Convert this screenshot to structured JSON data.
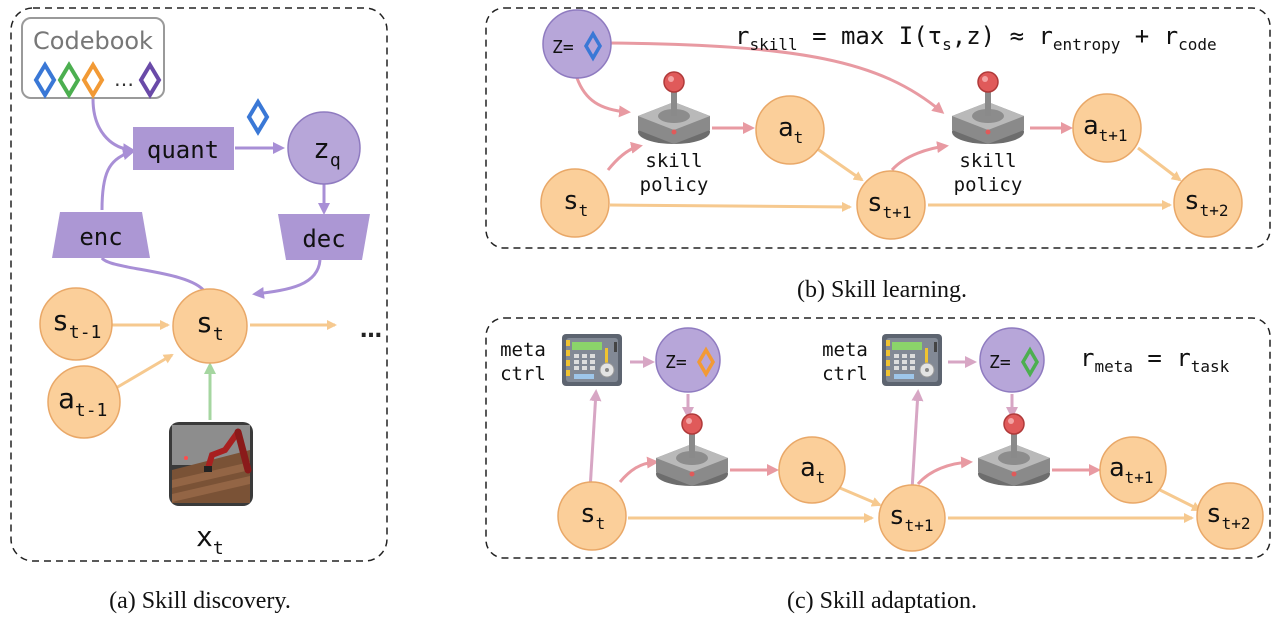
{
  "panel_a": {
    "caption": "(a) Skill discovery.",
    "codebook_label": "Codebook",
    "codebook_ellipsis": "…",
    "quant": "quant",
    "enc": "enc",
    "dec": "dec",
    "zq_base": "z",
    "zq_sub": "q",
    "st_base": "s",
    "st_sub": "t",
    "stm1_base": "s",
    "stm1_sub": "t-1",
    "atm1_base": "a",
    "atm1_sub": "t-1",
    "xt_base": "x",
    "xt_sub": "t",
    "next_ellipsis": "…"
  },
  "panel_b": {
    "caption": "(b) Skill learning.",
    "z_label": "Z=",
    "formula": {
      "r": "r",
      "r_sub": "skill",
      "mid": " = max I(τ",
      "tau_sub": "s",
      "mid2": ",z) ≈ r",
      "entropy_sub": "entropy",
      "plus": " + r",
      "code_sub": "code"
    },
    "policy_line1": "skill",
    "policy_line2": "policy",
    "st_base": "s",
    "st_sub": "t",
    "at_base": "a",
    "at_sub": "t",
    "st1_base": "s",
    "st1_sub": "t+1",
    "at1_base": "a",
    "at1_sub": "t+1",
    "st2_base": "s",
    "st2_sub": "t+2"
  },
  "panel_c": {
    "caption": "(c) Skill adaptation.",
    "meta_line1": "meta",
    "meta_line2": "ctrl",
    "z_label": "Z=",
    "formula": {
      "r": "r",
      "r_sub": "meta",
      "eq": " = r",
      "task_sub": "task"
    },
    "st_base": "s",
    "st_sub": "t",
    "at_base": "a",
    "at_sub": "t",
    "st1_base": "s",
    "st1_sub": "t+1",
    "at1_base": "a",
    "at1_sub": "t+1",
    "st2_base": "s",
    "st2_sub": "t+2"
  },
  "colors": {
    "node_orange": "#fbcf9a",
    "node_orange_stroke": "#e9a868",
    "node_purple": "#b7a6d9",
    "node_purple_stroke": "#8f7bc0",
    "box_purple": "#ac97d4",
    "arrow_orange": "#f6c98f",
    "arrow_pink": "#e89aa2",
    "arrow_purple": "#a88fd6",
    "arrow_green": "#a5d6a0",
    "arrow_mauve": "#d7a6c4",
    "code_blue": "#3a78d6",
    "code_green": "#4caf50",
    "code_orange": "#f29a35",
    "code_purple": "#6a4aa8"
  }
}
